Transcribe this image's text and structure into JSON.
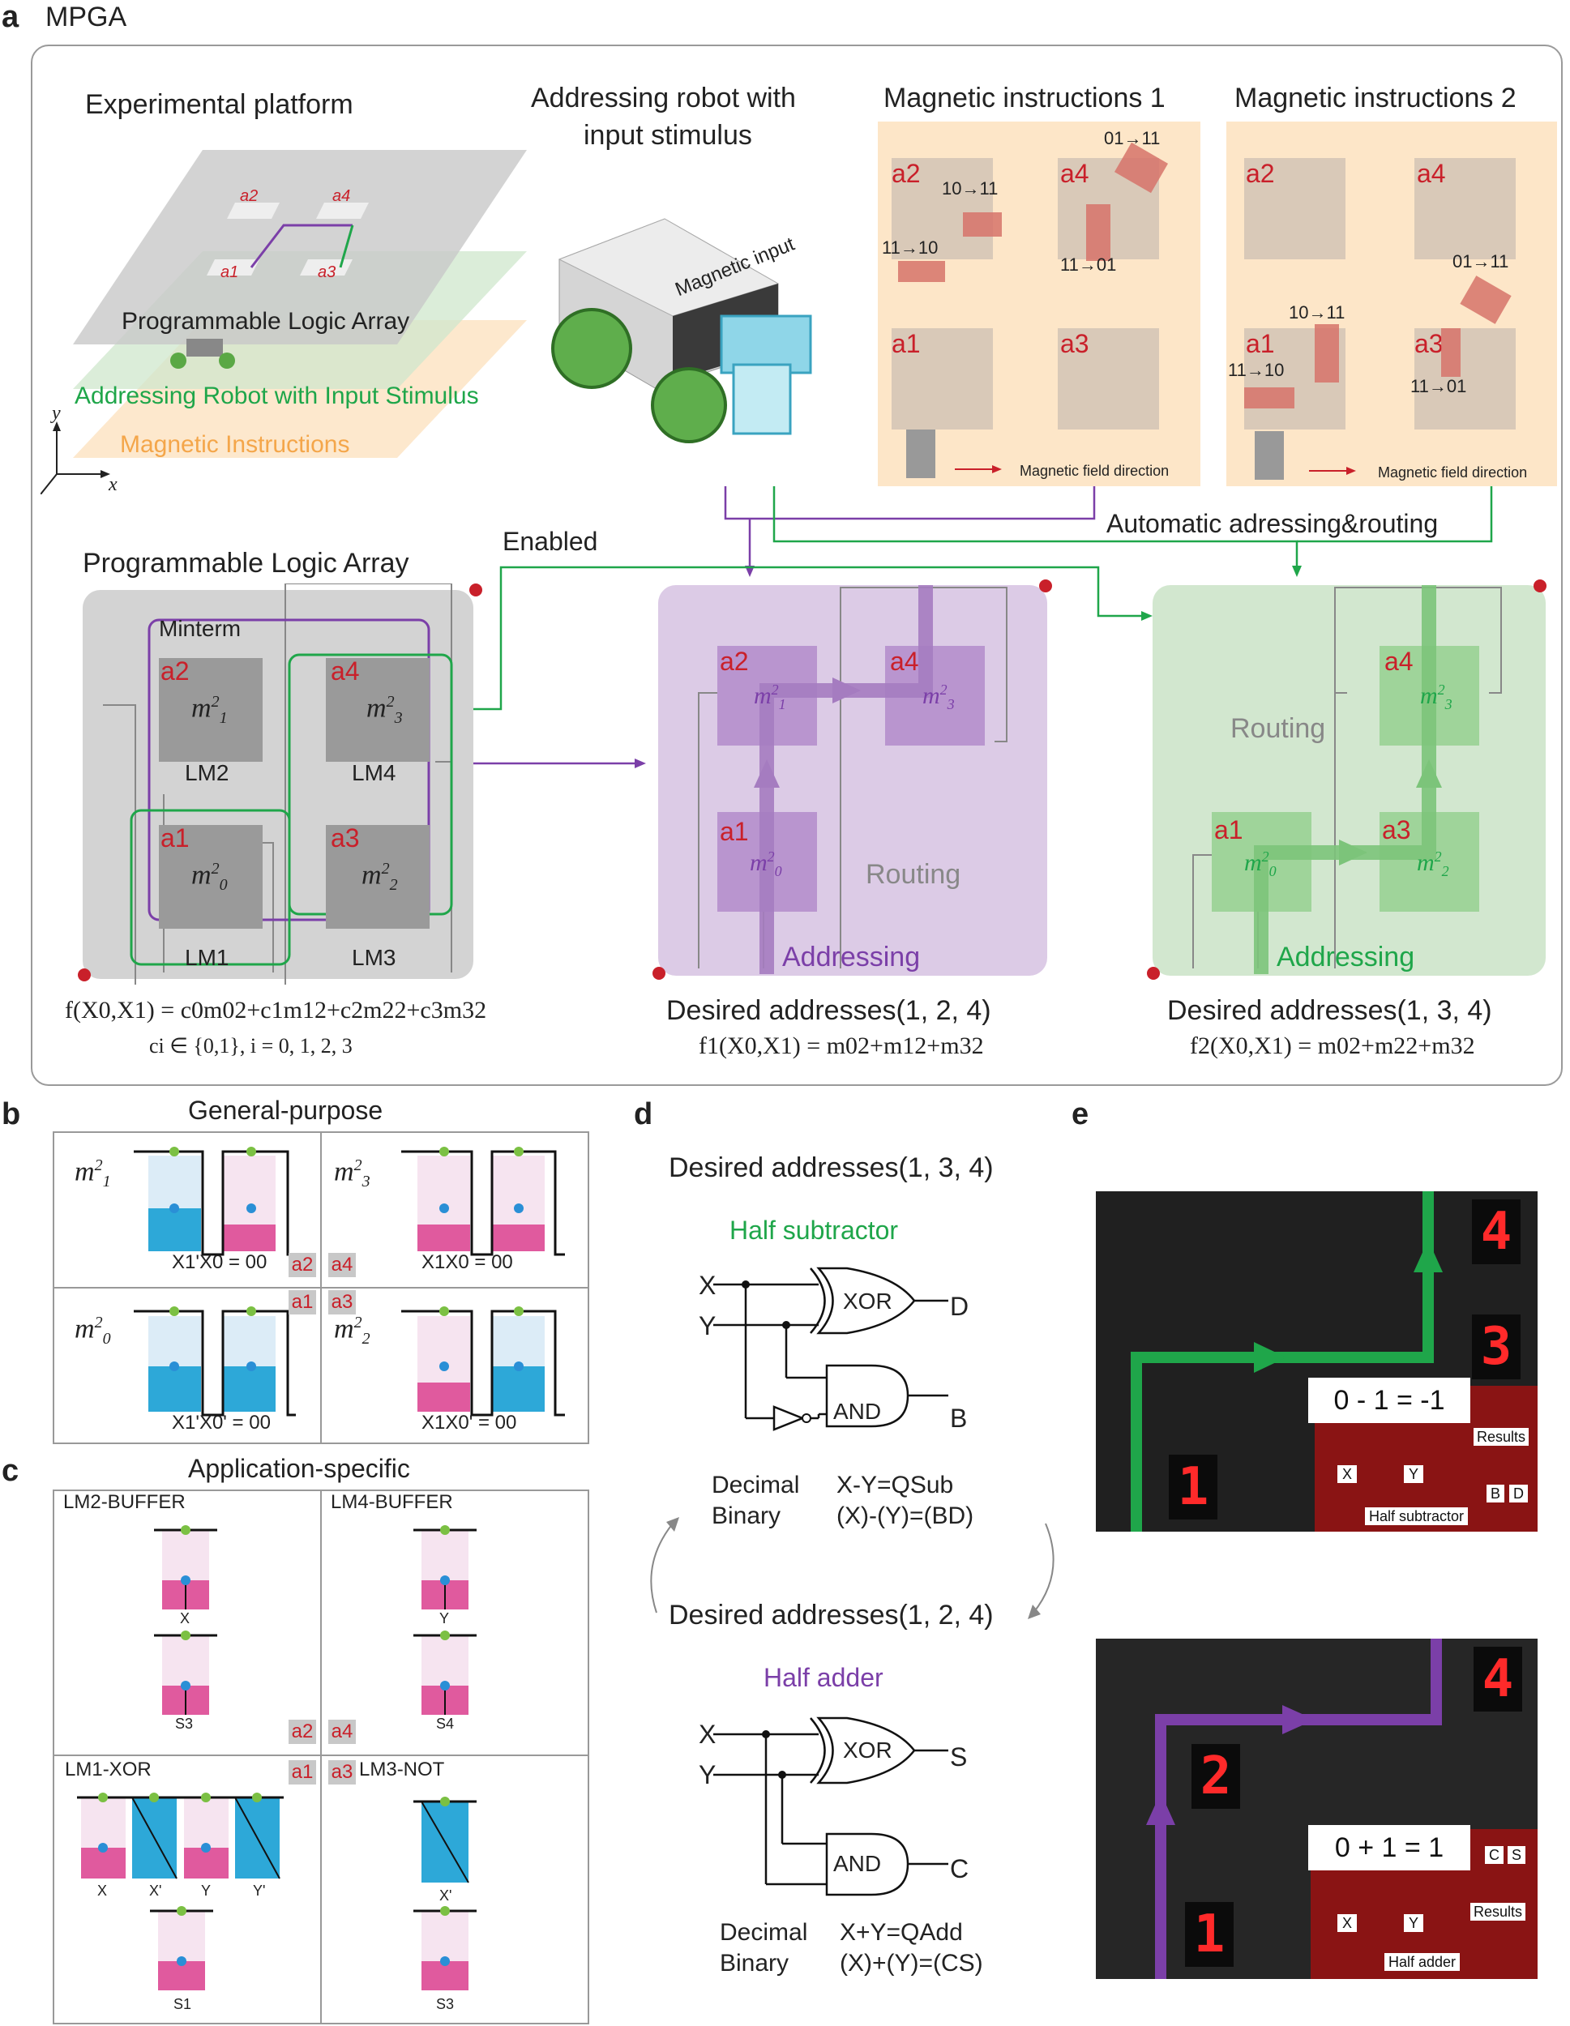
{
  "panel_a": {
    "letter": "a",
    "title": "MPGA",
    "platform_title": "Experimental platform",
    "layer_programmable": "Programmable Logic Array",
    "layer_robot": "Addressing Robot with Input Stimulus",
    "layer_instructions": "Magnetic Instructions",
    "axis_y": "y",
    "axis_x": "x",
    "platform_labels": [
      "a2",
      "a4",
      "a1",
      "a3"
    ],
    "robot_title_1": "Addressing robot with",
    "robot_title_2": "input stimulus",
    "robot_label": "Magnetic input",
    "instr1": {
      "title": "Magnetic instructions 1",
      "cells": [
        "a2",
        "a4",
        "a1",
        "a3"
      ],
      "codes": [
        "10→11",
        "11→10",
        "01→11",
        "11→01"
      ],
      "legend": "Magnetic field direction"
    },
    "instr2": {
      "title": "Magnetic instructions 2",
      "cells": [
        "a2",
        "a4",
        "a1",
        "a3"
      ],
      "codes": [
        "01→11",
        "10→11",
        "11→10",
        "11→01"
      ],
      "legend": "Magnetic field direction"
    },
    "auto_label": "Automatic adressing&routing",
    "enabled_label": "Enabled",
    "pla": {
      "title": "Programmable Logic Array",
      "minterm": "Minterm",
      "cells": [
        {
          "addr": "a2",
          "m": "m",
          "sup": "2",
          "sub": "1",
          "lm": "LM2"
        },
        {
          "addr": "a4",
          "m": "m",
          "sup": "2",
          "sub": "3",
          "lm": "LM4"
        },
        {
          "addr": "a1",
          "m": "m",
          "sup": "2",
          "sub": "0",
          "lm": "LM1"
        },
        {
          "addr": "a3",
          "m": "m",
          "sup": "2",
          "sub": "2",
          "lm": "LM3"
        }
      ],
      "formula": "f(X0,X1) = c0m02+c1m12+c2m22+c3m32",
      "formula_2": "ci ∈ {0,1}, i = 0, 1, 2, 3"
    },
    "purple_block": {
      "cells": [
        "a2",
        "a4",
        "a1"
      ],
      "routing": "Routing",
      "addressing": "Addressing",
      "desired": "Desired addresses(1, 2, 4)",
      "formula": "f1(X0,X1) = m02+m12+m32"
    },
    "green_block": {
      "cells": [
        "a4",
        "a1",
        "a3"
      ],
      "routing": "Routing",
      "addressing": "Addressing",
      "desired": "Desired addresses(1, 3, 4)",
      "formula": "f2(X0,X1) = m02+m22+m32"
    }
  },
  "panel_b": {
    "letter": "b",
    "title": "General-purpose",
    "quadrants": [
      {
        "m_sub": "1",
        "caption": "X1'X0 = 00"
      },
      {
        "m_sub": "3",
        "caption": "X1X0 = 00"
      },
      {
        "m_sub": "0",
        "caption": "X1'X0' = 00"
      },
      {
        "m_sub": "2",
        "caption": "X1X0' = 00"
      }
    ],
    "chips": [
      "a2",
      "a4",
      "a1",
      "a3"
    ]
  },
  "panel_c": {
    "letter": "c",
    "title": "Application-specific",
    "lm2": "LM2-BUFFER",
    "lm4": "LM4-BUFFER",
    "lm1": "LM1-XOR",
    "lm3": "LM3-NOT",
    "labels": [
      "X",
      "S3",
      "Y",
      "S4",
      "X",
      "X'",
      "Y",
      "Y'",
      "S1",
      "X'",
      "S3"
    ],
    "chips": [
      "a2",
      "a4",
      "a1",
      "a3"
    ]
  },
  "panel_d": {
    "letter": "d",
    "desired_1": "Desired addresses(1, 3, 4)",
    "half_sub": "Half subtractor",
    "sub_inputs": [
      "X",
      "Y"
    ],
    "sub_outputs": [
      "D",
      "B"
    ],
    "gates": [
      "XOR",
      "AND"
    ],
    "sub_dec": "Decimal",
    "sub_bin": "Binary",
    "sub_eq1": "X-Y=QSub",
    "sub_eq2": "(X)-(Y)=(BD)",
    "desired_2": "Desired addresses(1, 2, 4)",
    "half_add": "Half adder",
    "add_inputs": [
      "X",
      "Y"
    ],
    "add_outputs": [
      "S",
      "C"
    ],
    "add_dec": "Decimal",
    "add_bin": "Binary",
    "add_eq1": "X+Y=QAdd",
    "add_eq2": "(X)+(Y)=(CS)"
  },
  "panel_e": {
    "letter": "e",
    "photo1": {
      "digits": [
        "4",
        "3",
        "1"
      ],
      "equation": "0 - 1 = -1",
      "results": "Results",
      "x": "X",
      "y": "Y",
      "bits": [
        "B",
        "D"
      ],
      "name": "Half subtractor"
    },
    "photo2": {
      "digits": [
        "4",
        "2",
        "1"
      ],
      "equation": "0 + 1 = 1",
      "results": "Results",
      "x": "X",
      "y": "Y",
      "bits": [
        "C",
        "S"
      ],
      "name": "Half adder"
    }
  },
  "colors": {
    "red": "#c9202a",
    "green": "#1fa64a",
    "purple": "#7b3fa8",
    "orange_bg": "#fde6c8",
    "purple_bg": "#dccbe6",
    "green_bg": "#d2e7cf",
    "gray_bg": "#d3d3d3"
  }
}
